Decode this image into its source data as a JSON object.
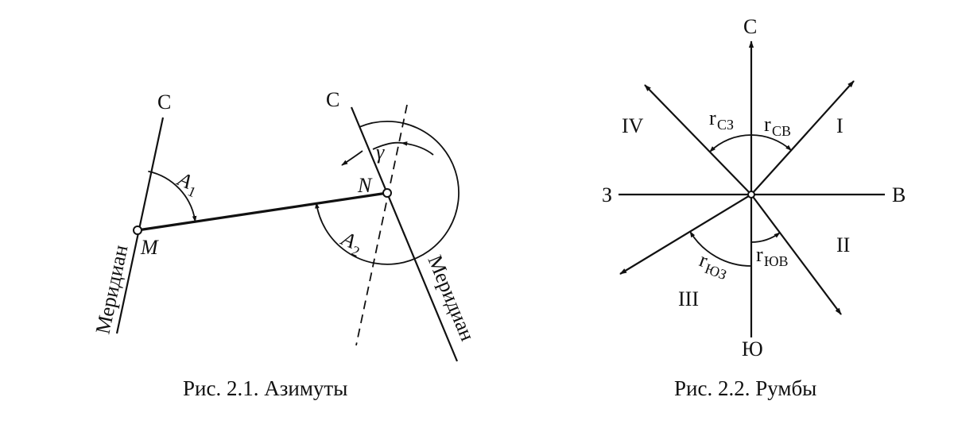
{
  "figure1": {
    "caption": "Рис. 2.1. Азимуты",
    "north_label_m": "С",
    "north_label_n": "С",
    "point_m": "M",
    "point_n": "N",
    "angle_a1": "A",
    "angle_a1_sub": "1",
    "angle_a2": "A",
    "angle_a2_sub": "2",
    "gamma": "γ",
    "meridian_left": "Меридиан",
    "meridian_right": "Меридиан"
  },
  "figure2": {
    "caption": "Рис. 2.2. Румбы",
    "north": "С",
    "south": "Ю",
    "west": "З",
    "east": "В",
    "quarter_1": "I",
    "quarter_2": "II",
    "quarter_3": "III",
    "quarter_4": "IV",
    "r_sz": "r",
    "r_sz_sub": "СЗ",
    "r_sv": "r",
    "r_sv_sub": "СВ",
    "r_yuz": "r",
    "r_yuz_sub": "ЮЗ",
    "r_yuv": "r",
    "r_yuv_sub": "ЮВ"
  },
  "colors": {
    "ink": "#111111",
    "background": "#ffffff"
  }
}
